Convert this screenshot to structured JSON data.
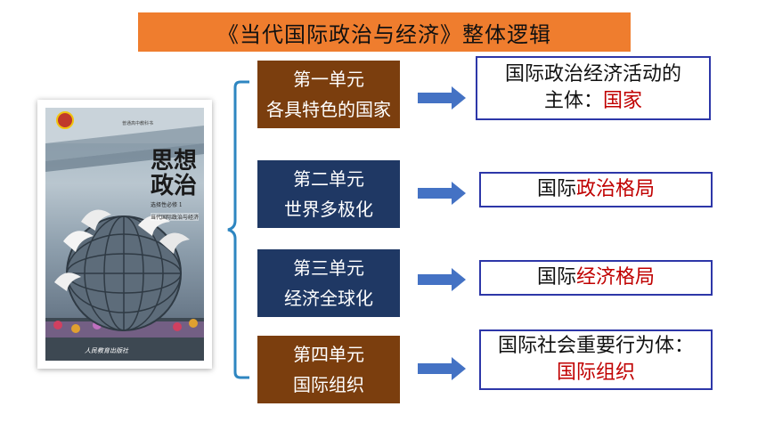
{
  "title": "《当代国际政治与经济》整体逻辑",
  "book": {
    "series": "普通高中教科书",
    "title_line1": "思想",
    "title_line2": "政治",
    "subtitle": "选择性必修 1",
    "book_name": "当代国际政治与经济",
    "publisher": "人民教育出版社"
  },
  "units": [
    {
      "unit": "第一单元",
      "name": "各具特色的国家"
    },
    {
      "unit": "第二单元",
      "name": "世界多极化"
    },
    {
      "unit": "第三单元",
      "name": "经济全球化"
    },
    {
      "unit": "第四单元",
      "name": "国际组织"
    }
  ],
  "results": [
    {
      "line1": "国际政治经济活动的",
      "line2_prefix": "主体：",
      "line2_highlight": "国家"
    },
    {
      "prefix": "国际",
      "highlight": "政治格局"
    },
    {
      "prefix": "国际",
      "highlight": "经济格局"
    },
    {
      "line1": "国际社会重要行为体：",
      "line2_highlight": "国际组织"
    }
  ],
  "colors": {
    "title_bg": "#ef7d2e",
    "unit_brown": "#7b3e0e",
    "unit_navy": "#1f3864",
    "arrow": "#4472c4",
    "brace": "#2e86c1",
    "box_border": "#2d37a8",
    "highlight": "#c00000"
  }
}
